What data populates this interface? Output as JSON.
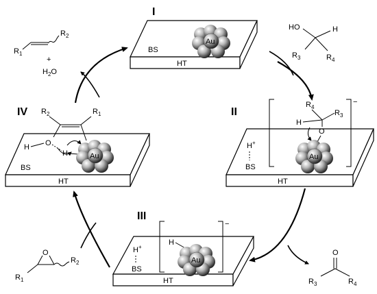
{
  "stages": {
    "I": "I",
    "II": "II",
    "III": "III",
    "IV": "IV"
  },
  "labels": {
    "basic_site": "BS",
    "support": "HT",
    "gold": "Au",
    "proton": "H",
    "plus": "+",
    "minus": "−"
  },
  "reagents": {
    "alcohol": {
      "oh": "HO",
      "h": "H",
      "r_left": "R",
      "r_left_sub": "3",
      "r_right": "R",
      "r_right_sub": "4"
    },
    "ketone": {
      "o": "O",
      "r_left": "R",
      "r_left_sub": "3",
      "r_right": "R",
      "r_right_sub": "4"
    },
    "epoxide": {
      "o": "O",
      "r_left": "R",
      "r_left_sub": "1",
      "r_right": "R",
      "r_right_sub": "2"
    },
    "alkene": {
      "r_left": "R",
      "r_left_sub": "1",
      "r_right": "R",
      "r_right_sub": "2",
      "plus": "+",
      "water": "H",
      "water_sub": "2",
      "water_o": "O"
    }
  },
  "intermediate_II": {
    "r4": "R",
    "r4_sub": "4",
    "r3": "R",
    "r3_sub": "3",
    "h": "H",
    "o": "O"
  },
  "intermediate_IV": {
    "r2": "R",
    "r2_sub": "2",
    "r1": "R",
    "r1_sub": "1",
    "h_left": "H",
    "o": "O",
    "h_mid": "H"
  },
  "intermediate_III": {
    "h": "H"
  }
}
